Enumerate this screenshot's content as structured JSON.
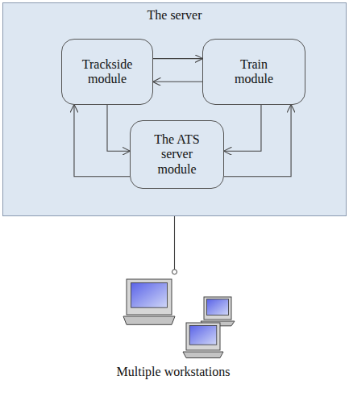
{
  "diagram": {
    "nodes": [
      {
        "text": [
          "The server"
        ]
      },
      {
        "text": [
          "Trackside module"
        ],
        "in": 0
      },
      {
        "text": [
          "Train module"
        ],
        "in": 0
      },
      {
        "text": [
          "The ATS server module"
        ],
        "in": 0
      },
      {
        "text": [
          "Multiple workstations"
        ]
      }
    ],
    "edges": [
      {
        "from": 1,
        "to": 2,
        "arrow": "to"
      },
      {
        "from": 2,
        "to": 1,
        "arrow": "to"
      },
      {
        "from": 1,
        "to": 3,
        "arrow": "to"
      },
      {
        "from": 3,
        "to": 1,
        "arrow": "to"
      },
      {
        "from": 2,
        "to": 3,
        "arrow": "to"
      },
      {
        "from": 3,
        "to": 2,
        "arrow": "to"
      },
      {
        "from": 0,
        "to": 4,
        "arrow": "none"
      }
    ]
  }
}
